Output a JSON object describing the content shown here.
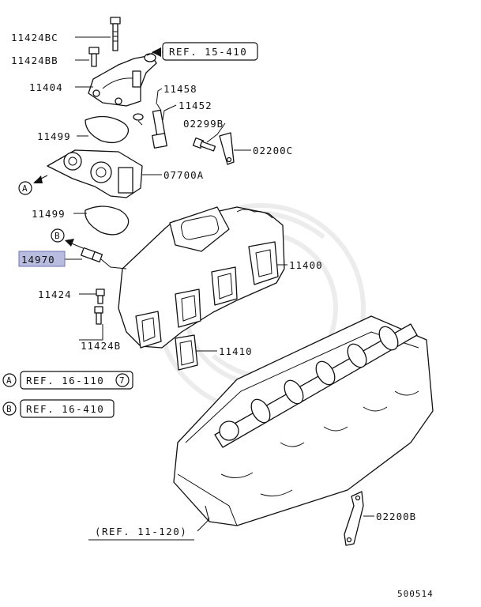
{
  "diagram": {
    "part_labels": [
      {
        "id": "11424bc",
        "text": "11424BC"
      },
      {
        "id": "11424bb",
        "text": "11424BB"
      },
      {
        "id": "11404",
        "text": "11404"
      },
      {
        "id": "11458",
        "text": "11458"
      },
      {
        "id": "11452",
        "text": "11452"
      },
      {
        "id": "02299b",
        "text": "02299B"
      },
      {
        "id": "02200c",
        "text": "02200C"
      },
      {
        "id": "11499a",
        "text": "11499"
      },
      {
        "id": "07700a",
        "text": "07700A"
      },
      {
        "id": "11499b",
        "text": "11499"
      },
      {
        "id": "14970",
        "text": "14970"
      },
      {
        "id": "11400",
        "text": "11400"
      },
      {
        "id": "11424",
        "text": "11424"
      },
      {
        "id": "11424b",
        "text": "11424B"
      },
      {
        "id": "11410",
        "text": "11410"
      },
      {
        "id": "02200b",
        "text": "02200B"
      }
    ],
    "references": {
      "top": "REF. 15-410",
      "a": "REF. 16-110",
      "a_circle": "7",
      "b": "REF. 16-410",
      "bottom": "(REF. 11-120)"
    },
    "markers": {
      "a": "A",
      "b": "B"
    },
    "highlight_color": "#b8bde0",
    "diagram_code": "500514"
  }
}
